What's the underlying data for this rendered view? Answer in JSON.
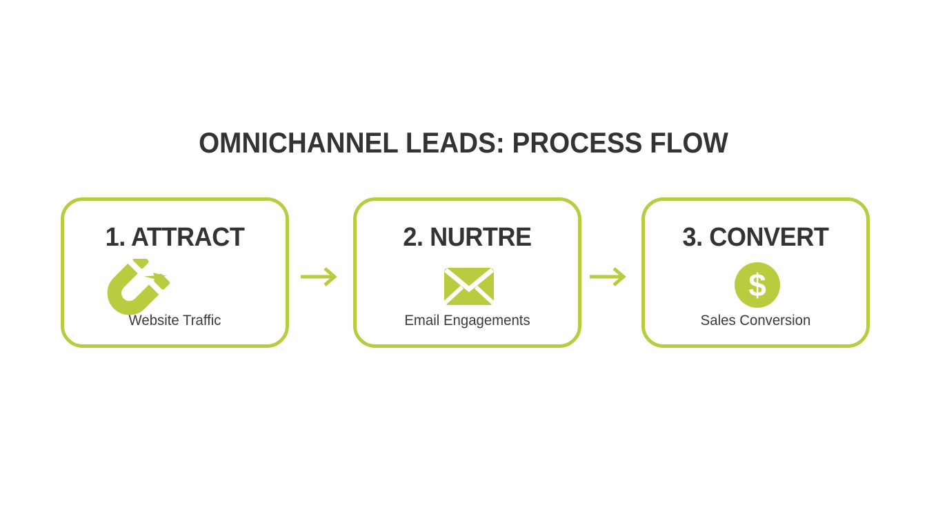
{
  "title": "OMNICHANNEL LEADS: PROCESS FLOW",
  "colors": {
    "accent_green": "#b8cc3f",
    "heading_text": "#333333",
    "label_text": "#3a3a3a",
    "background": "#fefefe",
    "icon_glyph": "#ffffff"
  },
  "steps": [
    {
      "heading": "1. ATTRACT",
      "label": "Website Traffic",
      "icon": "magnet-icon"
    },
    {
      "heading": "2. NURTRE",
      "label": "Email Engagements",
      "icon": "envelope-icon"
    },
    {
      "heading": "3. CONVERT",
      "label": "Sales Conversion",
      "icon": "dollar-icon"
    }
  ],
  "connectors": [
    {
      "icon": "right-arrow-icon"
    },
    {
      "icon": "right-arrow-icon"
    }
  ],
  "dollar_glyph": "$"
}
